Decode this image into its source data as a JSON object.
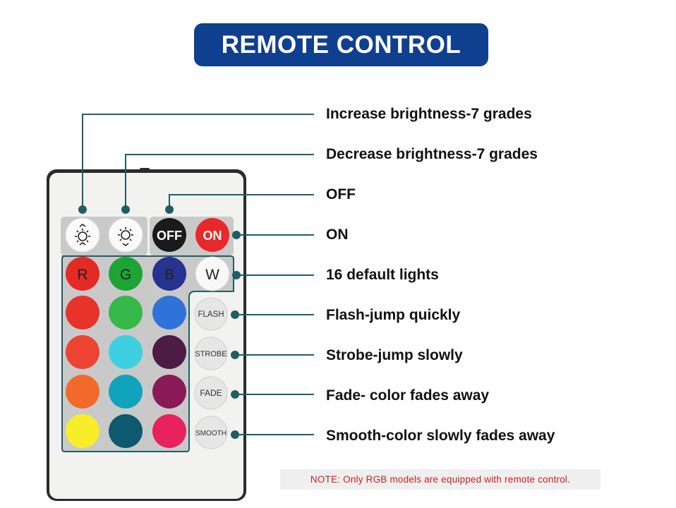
{
  "title": "REMOTE CONTROL",
  "colors": {
    "banner": "#0f3f8f",
    "callout_line": "#1f5e62",
    "note_text": "#d02020"
  },
  "buttons": {
    "top_row": [
      {
        "name": "brightness-up",
        "icon": "sun-up-icon"
      },
      {
        "name": "brightness-down",
        "icon": "sun-down-icon"
      },
      {
        "name": "off",
        "label": "OFF",
        "color": "#1a1a1a"
      },
      {
        "name": "on",
        "label": "ON",
        "color": "#e8282a"
      }
    ],
    "rgbw_labels": [
      "R",
      "G",
      "B",
      "W"
    ],
    "mode_labels": [
      "FLASH",
      "STROBE",
      "FADE",
      "SMOOTH"
    ]
  },
  "callouts": [
    "Increase brightness-7 grades",
    "Decrease brightness-7 grades",
    "OFF",
    "ON",
    "16 default lights",
    "Flash-jump quickly",
    "Strobe-jump slowly",
    "Fade- color fades away",
    "Smooth-color slowly fades away"
  ],
  "note": "NOTE: Only RGB models are equipped with remote control."
}
